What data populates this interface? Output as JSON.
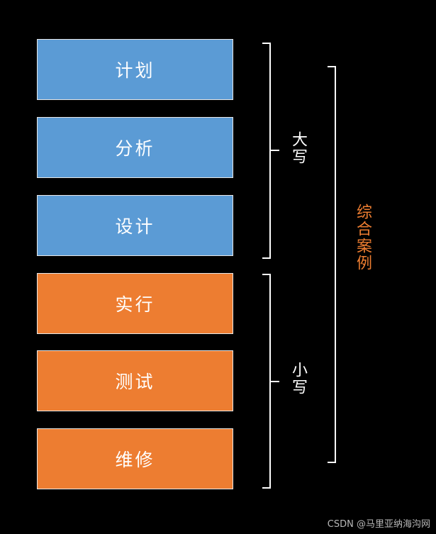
{
  "diagram": {
    "background_color": "#000000",
    "stages": [
      {
        "label": "计划",
        "color": "#5b9bd5",
        "type": "blue"
      },
      {
        "label": "分析",
        "color": "#5b9bd5",
        "type": "blue"
      },
      {
        "label": "设计",
        "color": "#5b9bd5",
        "type": "blue"
      },
      {
        "label": "实行",
        "color": "#ed7d31",
        "type": "orange"
      },
      {
        "label": "测试",
        "color": "#ed7d31",
        "type": "orange"
      },
      {
        "label": "维修",
        "color": "#ed7d31",
        "type": "orange"
      }
    ],
    "brackets": [
      {
        "label": "大写",
        "color": "#ffffff",
        "covers": "计划-分析-设计"
      },
      {
        "label": "小写",
        "color": "#ffffff",
        "covers": "实行-测试-维修"
      },
      {
        "label": "综合案例",
        "color": "#ed7d31",
        "covers": "全部"
      }
    ]
  },
  "watermark": {
    "text": "CSDN @马里亚纳海沟网"
  }
}
